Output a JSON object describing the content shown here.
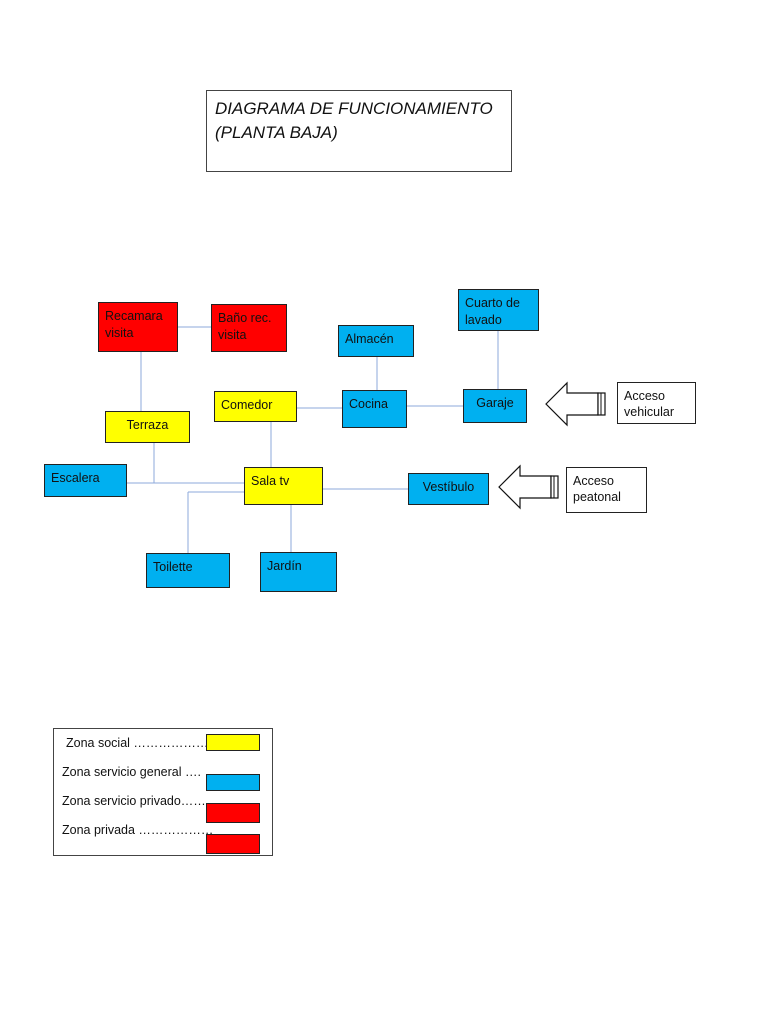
{
  "title": {
    "line1": "DIAGRAMA DE FUNCIONAMIENTO",
    "line2": "(PLANTA BAJA)"
  },
  "colors": {
    "zona_social": "#ffff00",
    "zona_servicio_general": "#00b0f0",
    "zona_servicio_privado": "#ff0000",
    "zona_privada": "#ff0000",
    "connector": "#8eaadb"
  },
  "nodes": {
    "recamara_visita": "Recamara visita",
    "bano_rec_visita": "Baño rec. visita",
    "almacen": "Almacén",
    "cuarto_lavado": "Cuarto de lavado",
    "comedor": "Comedor",
    "cocina": "Cocina",
    "garaje": "Garaje",
    "terraza": "Terraza",
    "escalera": "Escalera",
    "sala_tv": "Sala tv",
    "vestibulo": "Vestíbulo",
    "toilette": "Toilette",
    "jardin": "Jardín",
    "acceso_vehicular": "Acceso vehicular",
    "acceso_peatonal": "Acceso peatonal"
  },
  "legend": {
    "items": [
      {
        "label": "Zona social …………………",
        "color": "#ffff00"
      },
      {
        "label": "Zona servicio general ….",
        "color": "#00b0f0"
      },
      {
        "label": "Zona servicio privado……",
        "color": "#ff0000"
      },
      {
        "label": "Zona privada ………………",
        "color": "#ff0000"
      }
    ]
  }
}
